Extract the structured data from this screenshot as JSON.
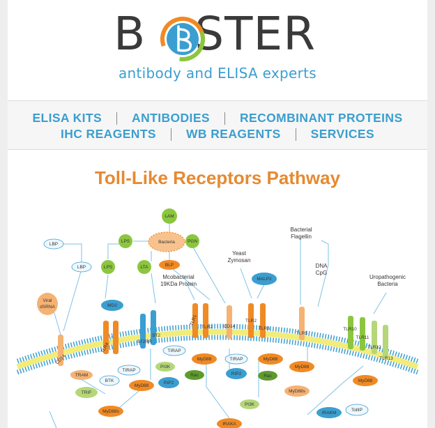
{
  "logo": {
    "word_left": "B",
    "word_right": "STER",
    "tagline": "antibody and ELISA experts",
    "colors": {
      "blue": "#3b9ed0",
      "orange": "#f08a24",
      "green": "#8cc63f",
      "dark": "#3a3a3a"
    }
  },
  "nav": {
    "row1": [
      "ELISA KITS",
      "ANTIBODIES",
      "RECOMBINANT PROTEINS"
    ],
    "row2": [
      "IHC REAGENTS",
      "WB REAGENTS",
      "SERVICES"
    ]
  },
  "page": {
    "title": "Toll-Like Receptors Pathway"
  },
  "pathway": {
    "nodes": {
      "lam": "LAM",
      "lps1": "LPS",
      "bacteria": "Bacteria",
      "pgn": "PGN",
      "lbp1": "LBP",
      "lbp2": "LBP",
      "lps2": "LPS",
      "lta": "LTA",
      "blp": "BLP",
      "viral": "Viral",
      "dsrna": "dSRNA",
      "md2": "MD2",
      "malp2": "MALP2",
      "tram": "TRAM",
      "btk": "BTK",
      "tirap1": "TIRAP",
      "trif": "TRIF",
      "myd88_1": "MyD88",
      "myd88s_1": "MyD88s",
      "tirap2": "TIRAP",
      "pi3k1": "PI3K",
      "rip2_1": "RIP2",
      "myd88_2": "MyD88",
      "rac1": "Rac",
      "tirap3": "TIRAP",
      "rip2_2": "RIP2",
      "myd88_3": "MyD88",
      "rac2": "Rac",
      "pi3k2": "PI3K",
      "myd88_4": "MyD88",
      "myd88s_2": "MyD88s",
      "irakm": "IRAKM",
      "tollip": "TollIP",
      "myd88_5": "MyD88",
      "iraka": "IRAKA"
    },
    "labels": {
      "yeast": "Yeast",
      "zymosan": "Zymosan",
      "mcobacterial": "Mcobacterial",
      "kda": "19KDa Protein",
      "bacterial": "Bacterial",
      "flagellin": "Flagellin",
      "dna": "DNA",
      "cpg": "CpG",
      "uropathogenic": "Uropathogenic",
      "uro_bacteria": "Bacteria",
      "cd14_a": "CD14",
      "tlr4": "TLR4",
      "st2rr": "ST2RR",
      "st2": "ST2",
      "tlr1": "TLR1",
      "tlr2_a": "TLR2",
      "cd14_b": "CD14",
      "tlr2_b": "TLR2",
      "tlr6": "TLR6",
      "tlr5": "TLR5",
      "tlr10": "TLR10",
      "tlr11": "TLR11",
      "tlr12": "TLR12",
      "tlr13": "TLR13"
    }
  }
}
